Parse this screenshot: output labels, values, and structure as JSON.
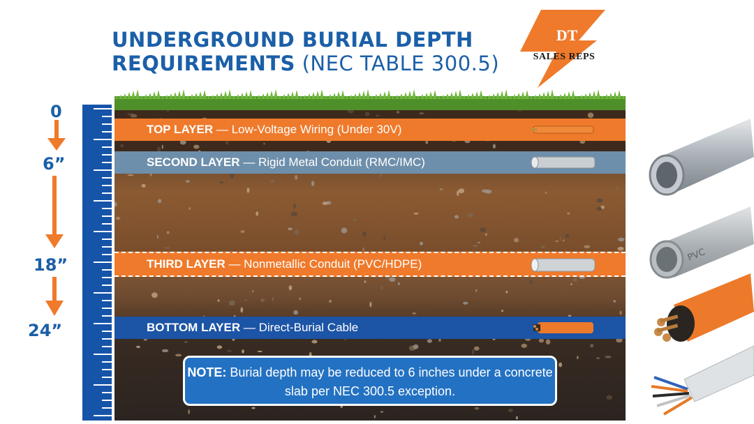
{
  "title": {
    "line1": "UNDERGROUND BURIAL DEPTH",
    "line2_main": "REQUIREMENTS",
    "line2_suffix": " (NEC TABLE 300.5)"
  },
  "logo": {
    "top_text": "DT",
    "bottom_text": "SALES REPS",
    "colors": {
      "bolt": "#ef7a2b"
    }
  },
  "depth_markers": [
    "0",
    "6”",
    "18”",
    "24”"
  ],
  "layers": [
    {
      "name": "TOP LAYER",
      "description": " — Low-Voltage Wiring (Under 30V)",
      "color": "#ef7a2b",
      "icon": "low-voltage-wire-icon"
    },
    {
      "name": "SECOND LAYER",
      "description": " — Rigid Metal Conduit (RMC/IMC)",
      "color": "#6e8fab",
      "icon": "metal-conduit-icon"
    },
    {
      "name": "THIRD LAYER",
      "description": " — Nonmetallic Conduit (PVC/HDPE)",
      "color": "#ef7a2b",
      "icon": "pvc-conduit-icon"
    },
    {
      "name": "BOTTOM LAYER",
      "description": " — Direct-Burial Cable",
      "color": "#1c54a6",
      "icon": "direct-burial-cable-icon"
    }
  ],
  "note": {
    "label": "NOTE:",
    "text": " Burial depth may be reduced to 6 inches under a concrete slab per NEC 300.5 exception."
  },
  "side_illustrations": [
    "metal-conduit-pipe-icon",
    "pvc-conduit-pipe-icon",
    "direct-burial-cable-icon",
    "low-voltage-wire-icon"
  ],
  "pvc_stamp": "PVC",
  "colors": {
    "accent_blue": "#1b5fa8",
    "accent_orange": "#ef7a2b",
    "note_blue": "#2371c2"
  }
}
